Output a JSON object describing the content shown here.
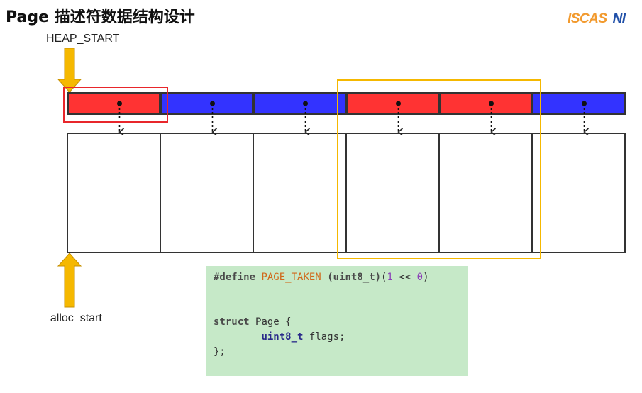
{
  "title": "Page 描述符数据结构设计",
  "logo": {
    "part1": "ISCAS",
    "part2": "NI"
  },
  "labels": {
    "heap_start": "HEAP_START",
    "alloc_start": "_alloc_start"
  },
  "descriptors": [
    {
      "state": "taken"
    },
    {
      "state": "free"
    },
    {
      "state": "free"
    },
    {
      "state": "taken"
    },
    {
      "state": "taken"
    },
    {
      "state": "free"
    }
  ],
  "colors": {
    "taken": "#ff3333",
    "free": "#3333ff",
    "highlight_single": "#e8262b",
    "highlight_group": "#f5b800",
    "arrow": "#f5b800",
    "code_bg": "#c6e9c8"
  },
  "code": {
    "define_kw": "#define",
    "macro_name": "PAGE_TAKEN",
    "cast": "(uint8_t)",
    "expr_open": "(",
    "one": "1",
    "shift": " << ",
    "zero": "0",
    "expr_close": ")",
    "struct_kw": "struct",
    "struct_name": "Page {",
    "field_type": "uint8_t",
    "field_name": " flags;",
    "closing": "};"
  }
}
